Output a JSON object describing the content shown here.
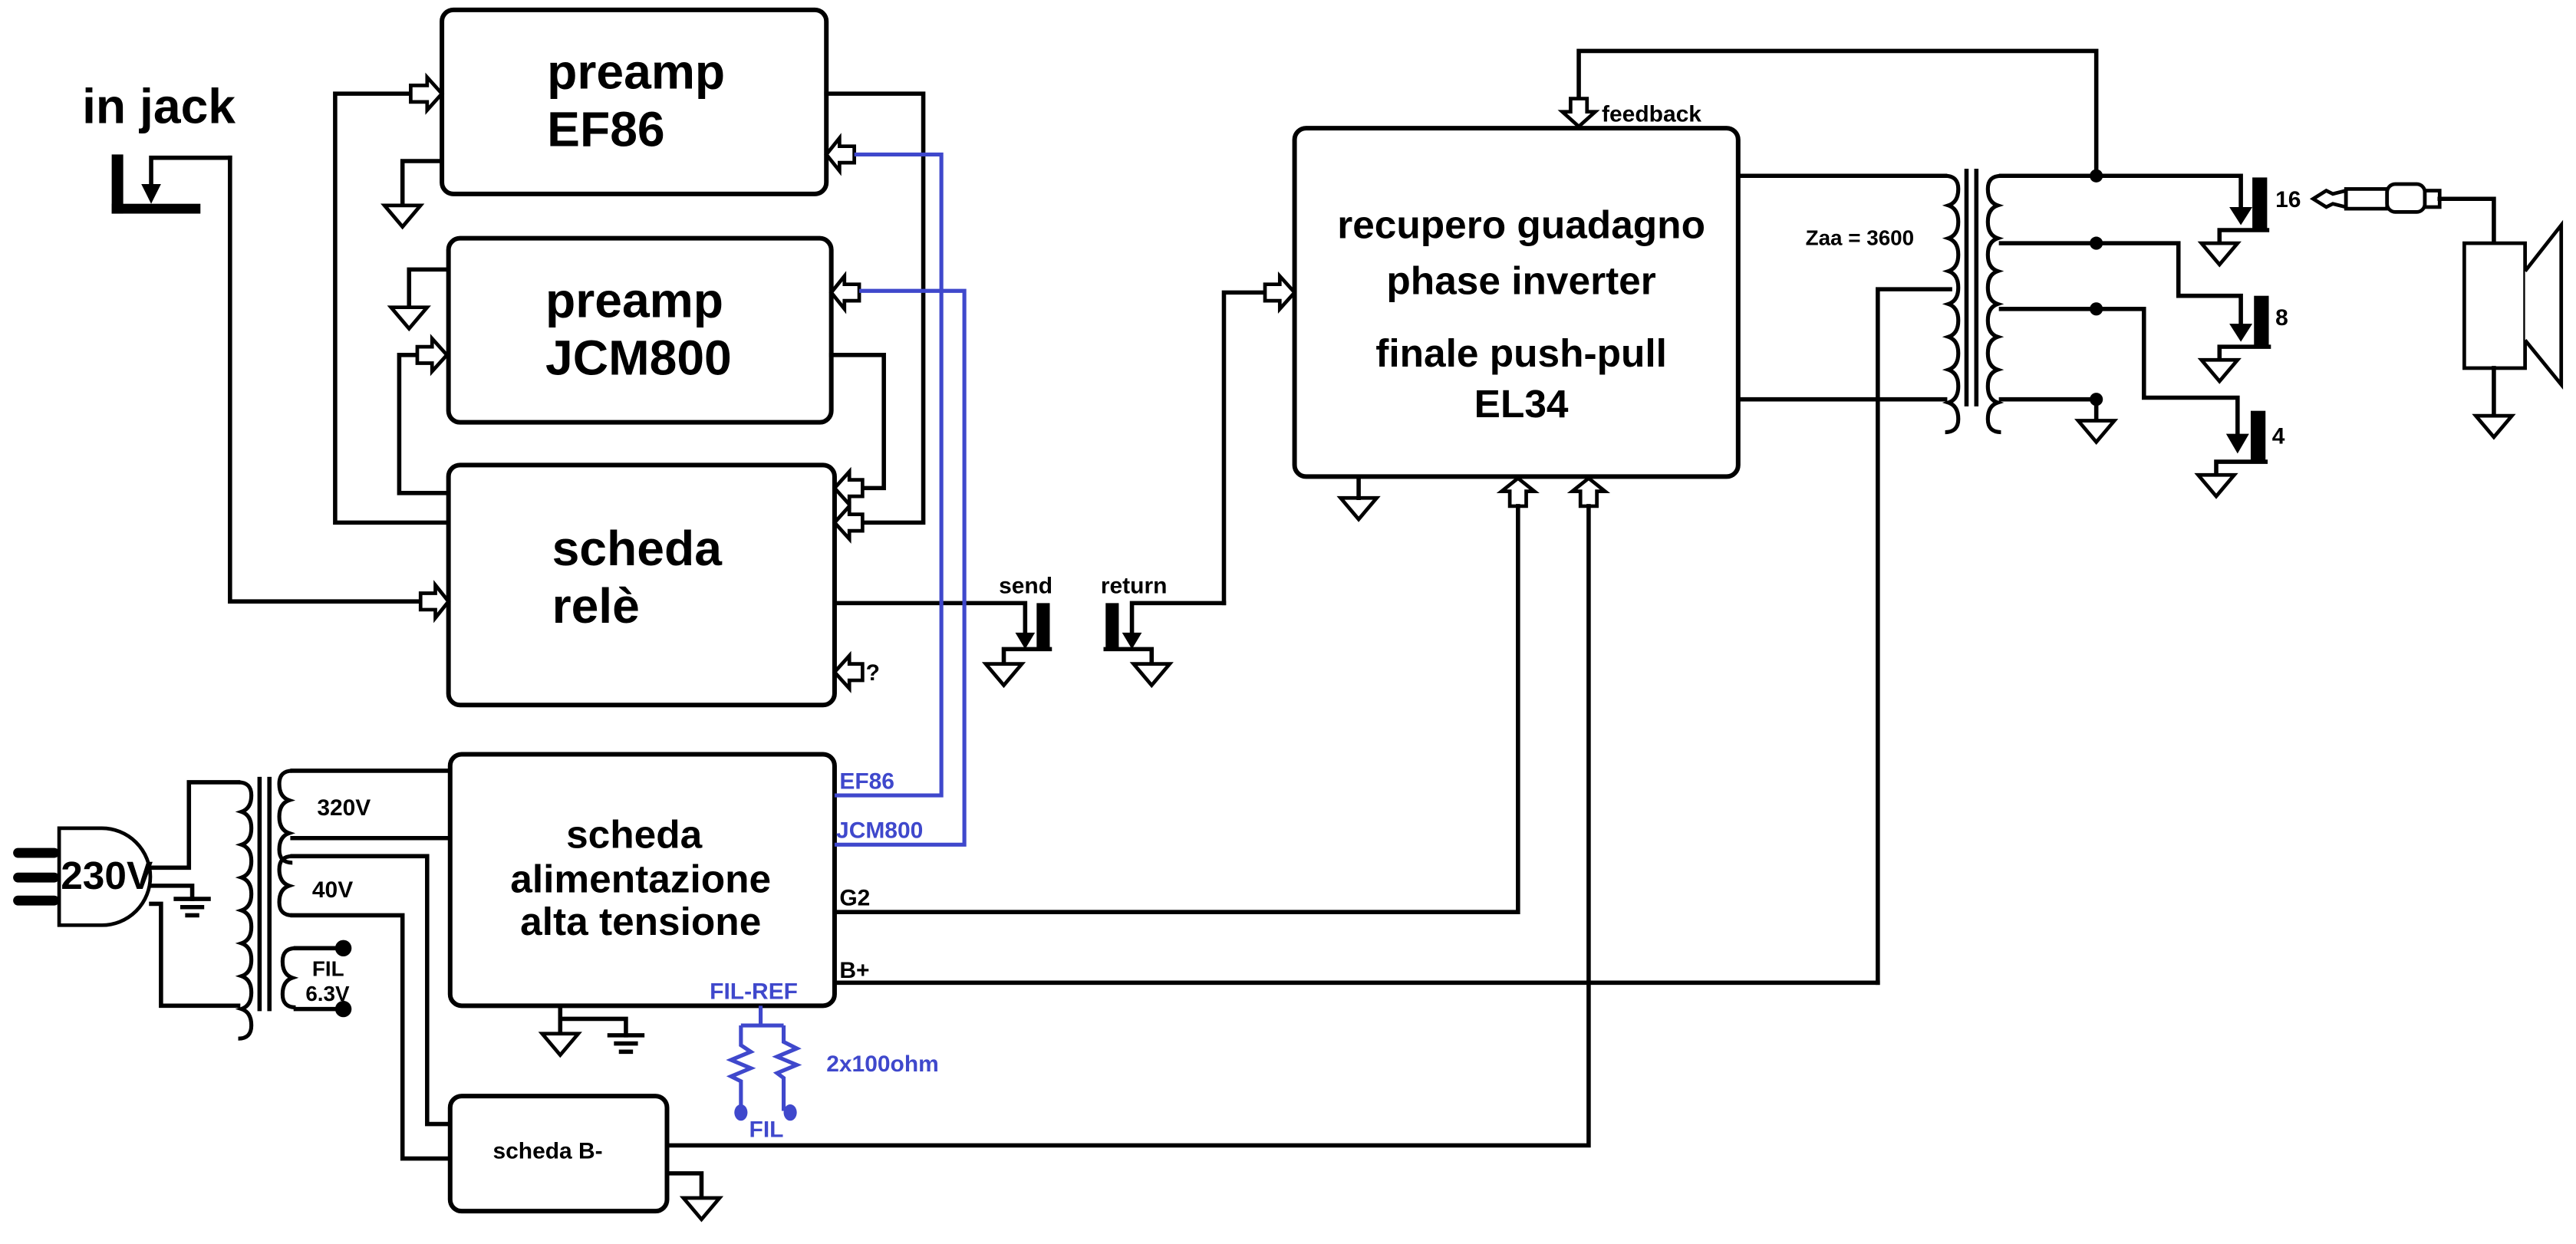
{
  "title": "Schema a blocchi amplificatore valvolare",
  "colors": {
    "wire": "#000000",
    "filament_wire": "#3f48cc"
  },
  "input": {
    "label": "in jack"
  },
  "blocks": {
    "preamp_ef86": {
      "line1": "preamp",
      "line2": "EF86"
    },
    "preamp_jcm800": {
      "line1": "preamp",
      "line2": "JCM800"
    },
    "relay_board": {
      "line1": "scheda",
      "line2": "relè",
      "unknown_port_label": "?"
    },
    "power_amp": {
      "line1": "recupero guadagno",
      "line2": "phase inverter",
      "line3": "finale push-pull",
      "line4": "EL34",
      "feedback_label": "feedback"
    },
    "psu": {
      "line1": "scheda",
      "line2": "alimentazione",
      "line3": "alta tensione",
      "out_ef86": "EF86",
      "out_jcm800": "JCM800",
      "out_g2": "G2",
      "out_bplus": "B+",
      "fil_ref": "FIL-REF"
    },
    "bias_board": {
      "label": "scheda B-"
    }
  },
  "fx_loop": {
    "send_label": "send",
    "return_label": "return"
  },
  "mains": {
    "plug_label": "230V"
  },
  "power_transformer": {
    "secondary_hv": "320V",
    "secondary_bias": "40V",
    "secondary_fil_line1": "FIL",
    "secondary_fil_line2": "6.3V"
  },
  "filament_ref": {
    "resistors_label": "2x100ohm",
    "fil_label": "FIL"
  },
  "output_transformer": {
    "impedance_label": "Zaa = 3600",
    "taps": [
      "16",
      "8",
      "4"
    ]
  },
  "icons": [
    "ground-icon",
    "chassis-ground-icon",
    "jack-icon",
    "arrow-port-icon",
    "speaker-icon",
    "plug-icon",
    "resistor-icon",
    "transformer-icon"
  ]
}
